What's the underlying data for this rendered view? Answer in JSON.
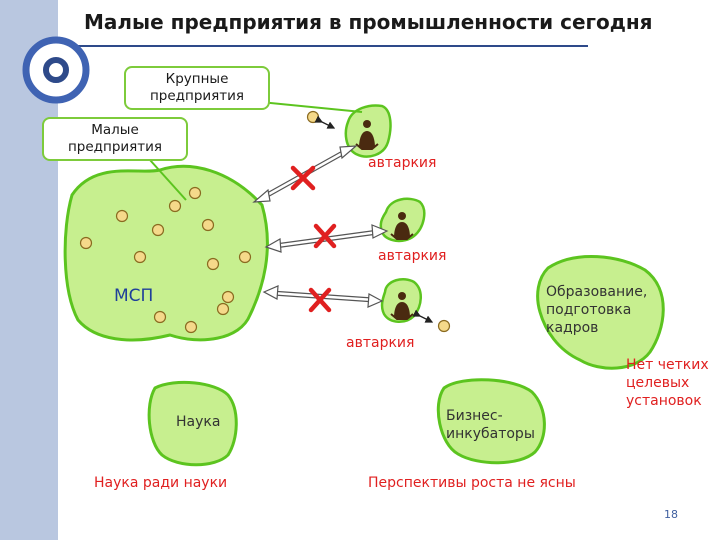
{
  "title": "Малые предприятия в промышленности сегодня",
  "labels": {
    "large_enterprises": "Крупные предприятия",
    "small_enterprises": "Малые предприятия",
    "msp": "МСП",
    "autarky_1": "автаркия",
    "autarky_2": "автаркия",
    "autarky_3": "автаркия",
    "education": "Образование, подготовка кадров",
    "no_goals": "Нет четких целевых установок",
    "science": "Наука",
    "science_for_science": "Наука ради науки",
    "incubators": "Бизнес-инкубаторы",
    "prospects": "Перспективы роста не ясны"
  },
  "page_number": "18",
  "colors": {
    "blob_fill": "#c7ef8f",
    "blob_stroke": "#5cc41f",
    "dot_fill": "#f5d98a",
    "dot_stroke": "#8a6a20",
    "red": "#e02020",
    "blue": "#1f3f9a",
    "title_line": "#2e4a8a"
  }
}
